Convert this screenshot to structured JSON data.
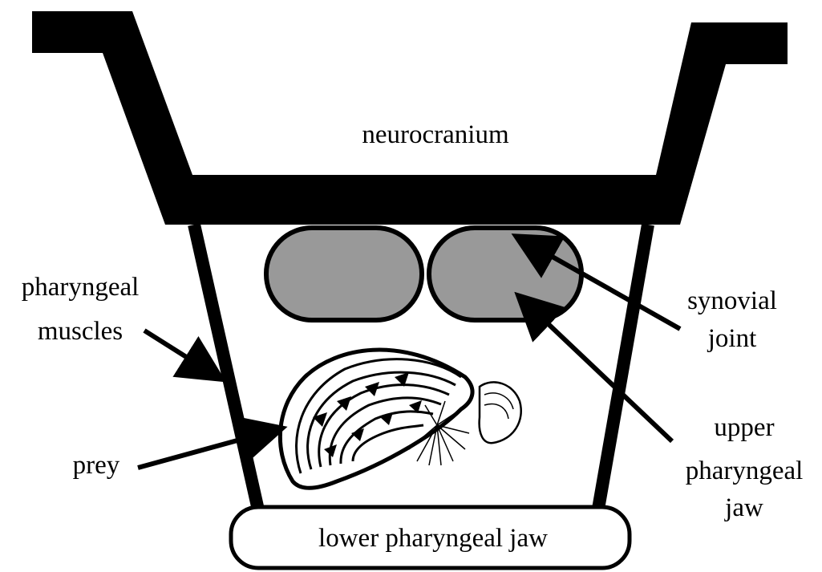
{
  "labels": {
    "neurocranium": "neurocranium",
    "pharyngeal_muscles_line1": "pharyngeal",
    "pharyngeal_muscles_line2": "muscles",
    "synovial_joint_line1": "synovial",
    "synovial_joint_line2": "joint",
    "upper_jaw_line1": "upper",
    "upper_jaw_line2": "pharyngeal",
    "upper_jaw_line3": "jaw",
    "prey": "prey",
    "lower_jaw": "lower pharyngeal jaw"
  },
  "colors": {
    "ink": "#000000",
    "jaw_fill": "#999999",
    "background": "#ffffff"
  },
  "icons": {
    "prey": "mussel-icon",
    "arrow": "arrow-icon"
  }
}
